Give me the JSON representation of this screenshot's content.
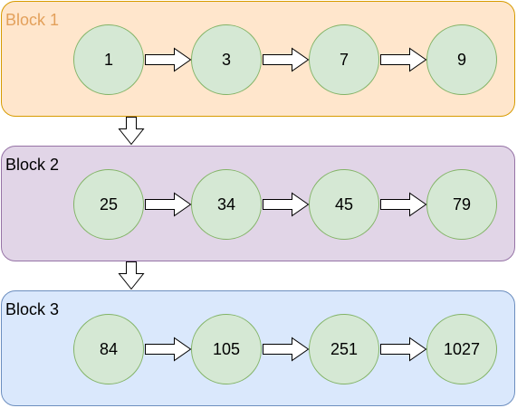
{
  "blocks": [
    {
      "title": "Block 1",
      "fill": "#ffe6cc",
      "stroke": "#d79b00",
      "title_color": "#e3a05a",
      "nodes": [
        "1",
        "3",
        "7",
        "9"
      ]
    },
    {
      "title": "Block 2",
      "fill": "#e1d5e7",
      "stroke": "#9673a6",
      "title_color": "#000000",
      "nodes": [
        "25",
        "34",
        "45",
        "79"
      ]
    },
    {
      "title": "Block 3",
      "fill": "#dae8fc",
      "stroke": "#6c8ebf",
      "title_color": "#000000",
      "nodes": [
        "84",
        "105",
        "251",
        "1027"
      ]
    }
  ],
  "node_style": {
    "fill": "#d5e8d4",
    "stroke": "#82b366"
  },
  "arrow_style": {
    "fill": "#ffffff",
    "stroke": "#000000"
  }
}
